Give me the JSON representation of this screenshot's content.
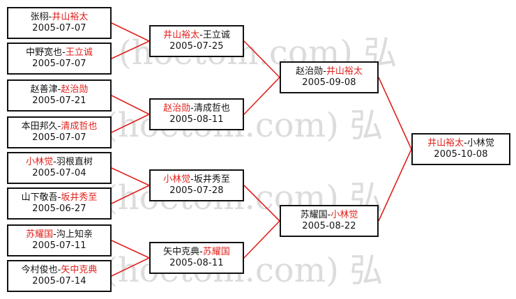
{
  "watermark": "(hoetom.com) 弘",
  "bracket": {
    "round1": [
      {
        "p1": "张栩",
        "p2": "井山裕太",
        "winner": "p2",
        "date": "2005-07-07"
      },
      {
        "p1": "中野宽也",
        "p2": "王立诚",
        "winner": "p2",
        "date": "2005-07-07"
      },
      {
        "p1": "赵善津",
        "p2": "赵治勋",
        "winner": "p2",
        "date": "2005-07-21"
      },
      {
        "p1": "本田邦久",
        "p2": "清成哲也",
        "winner": "p2",
        "date": "2005-07-07"
      },
      {
        "p1": "小林觉",
        "p2": "羽根直树",
        "winner": "p1",
        "date": "2005-07-04"
      },
      {
        "p1": "山下敬吾",
        "p2": "坂井秀至",
        "winner": "p2",
        "date": "2005-06-27"
      },
      {
        "p1": "苏耀国",
        "p2": "沟上知亲",
        "winner": "p1",
        "date": "2005-07-11"
      },
      {
        "p1": "今村俊也",
        "p2": "矢中克典",
        "winner": "p2",
        "date": "2005-07-14"
      }
    ],
    "round2": [
      {
        "p1": "井山裕太",
        "p2": "王立诚",
        "winner": "p1",
        "date": "2005-07-25"
      },
      {
        "p1": "赵治勋",
        "p2": "清成哲也",
        "winner": "p1",
        "date": "2005-08-11"
      },
      {
        "p1": "小林觉",
        "p2": "坂井秀至",
        "winner": "p1",
        "date": "2005-07-28"
      },
      {
        "p1": "矢中克典",
        "p2": "苏耀国",
        "winner": "p2",
        "date": "2005-08-11"
      }
    ],
    "round3": [
      {
        "p1": "赵治勋",
        "p2": "井山裕太",
        "winner": "p2",
        "date": "2005-09-08"
      },
      {
        "p1": "苏耀国",
        "p2": "小林觉",
        "winner": "p2",
        "date": "2005-08-22"
      }
    ],
    "final": [
      {
        "p1": "井山裕太",
        "p2": "小林觉",
        "winner": "p1",
        "date": "2005-10-08"
      }
    ]
  },
  "colors": {
    "winner": "#e0211c",
    "line": "#e0211c",
    "border": "#111111",
    "text": "#111111"
  }
}
